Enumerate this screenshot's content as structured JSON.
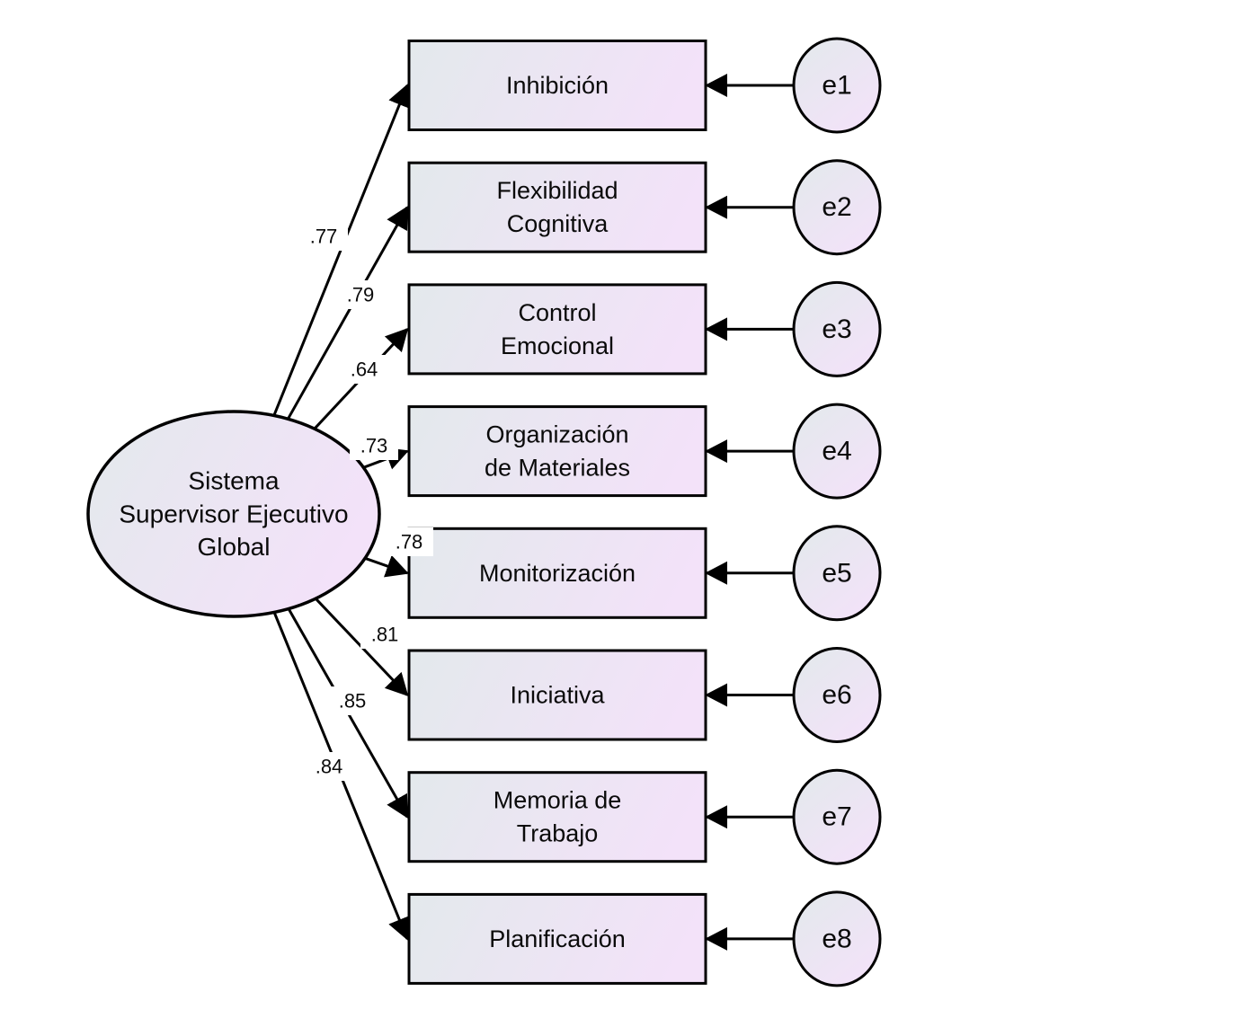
{
  "diagram": {
    "type": "sem-path-model",
    "latent": {
      "label_lines": [
        "Sistema",
        "Supervisor Ejecutivo",
        "Global"
      ]
    },
    "indicators": [
      {
        "label_lines": [
          "Inhibición"
        ],
        "loading": ".77",
        "error": "e1"
      },
      {
        "label_lines": [
          "Flexibilidad",
          "Cognitiva"
        ],
        "loading": ".79",
        "error": "e2"
      },
      {
        "label_lines": [
          "Control",
          "Emocional"
        ],
        "loading": ".64",
        "error": "e3"
      },
      {
        "label_lines": [
          "Organización",
          "de Materiales"
        ],
        "loading": ".73",
        "error": "e4"
      },
      {
        "label_lines": [
          "Monitorización"
        ],
        "loading": ".78",
        "error": "e5"
      },
      {
        "label_lines": [
          "Iniciativa"
        ],
        "loading": ".81",
        "error": "e6"
      },
      {
        "label_lines": [
          "Memoria de",
          "Trabajo"
        ],
        "loading": ".85",
        "error": "e7"
      },
      {
        "label_lines": [
          "Planificación"
        ],
        "loading": ".84",
        "error": "e8"
      }
    ],
    "colors": {
      "fill_start": "#e3e9ec",
      "fill_end": "#f3e2f9",
      "stroke": "#000000",
      "text": "#0a0a0a",
      "background": "#ffffff"
    }
  }
}
